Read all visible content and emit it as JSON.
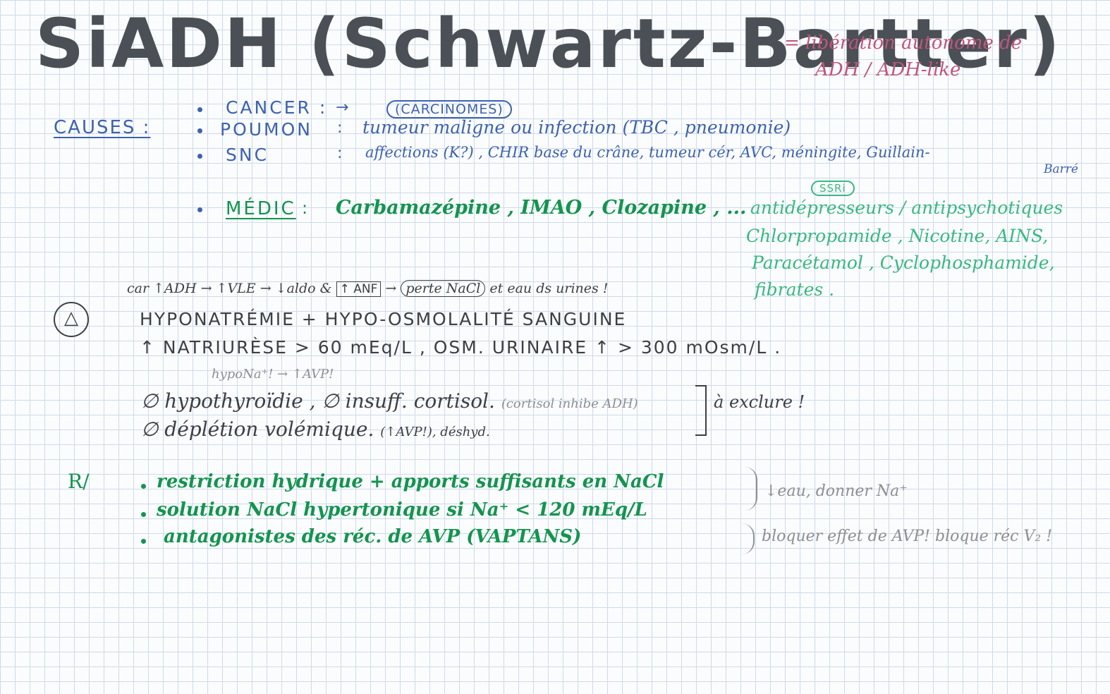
{
  "title": {
    "main": "SiADH (Schwartz-Bartter)",
    "note_line1": "= libération autonome de",
    "note_line2": "ADH / ADH-like"
  },
  "causes": {
    "label": "CAUSES :",
    "cancer": {
      "label": "CANCER :",
      "arrow": "→",
      "detail": "(CARCINOMES)"
    },
    "poumon": {
      "label": "POUMON",
      "sep": ":",
      "detail": "tumeur maligne ou infection (TBC , pneumonie)"
    },
    "snc": {
      "label": "SNC",
      "sep": ":",
      "detail": "affections (K?) , CHIR base du crâne, tumeur cér, AVC, méningite, Guillain-",
      "detail_cont": "Barré"
    },
    "medic": {
      "label": "MÉDIC",
      "sep": ":",
      "detail": "Carbamazépine , IMAO , Clozapine , ...",
      "ssri": "SSRi",
      "side_line1": "antidépresseurs / antipsychotiques",
      "side_line2": "Chlorpropamide , Nicotine, AINS,",
      "side_line3": "Paracétamol , Cyclophosphamide,",
      "side_line4": "fibrates ."
    }
  },
  "consequences": {
    "warn_symbol": "△",
    "mech_pre": "car ↑ADH → ↑VLE → ↓aldo &",
    "mech_box": "↑ ANF",
    "mech_arrow": "→",
    "mech_oval": "perte NaCl",
    "mech_post": "et eau ds urines !",
    "line1": "HYPONATRÉMIE   +   HYPO-OSMOLALITÉ   SANGUINE",
    "line2": "↑ NATRIURÈSE  > 60 mEq/L  ,  OSM. URINAIRE ↑  > 300 mOsm/L .",
    "hypo_note": "hypoNa⁺! → ↑AVP!",
    "excl1_main": "∅ hypothyroïdie , ∅ insuff. cortisol.",
    "excl1_note": "(cortisol inhibe ADH)",
    "excl2_main": "∅ déplétion volémique.",
    "excl2_note": "(↑AVP!), déshyd.",
    "exclure": "à exclure !"
  },
  "treatment": {
    "label": "R/",
    "item1": "restriction hydrique  + apports suffisants en NaCl",
    "item2": "solution NaCl hypertonique si Na⁺ < 120 mEq/L",
    "item3": "antagonistes des réc. de AVP (VAPTANS)",
    "note1": "↓eau, donner Na⁺",
    "note2": "bloquer effet de AVP! bloque réc V₂ !"
  }
}
